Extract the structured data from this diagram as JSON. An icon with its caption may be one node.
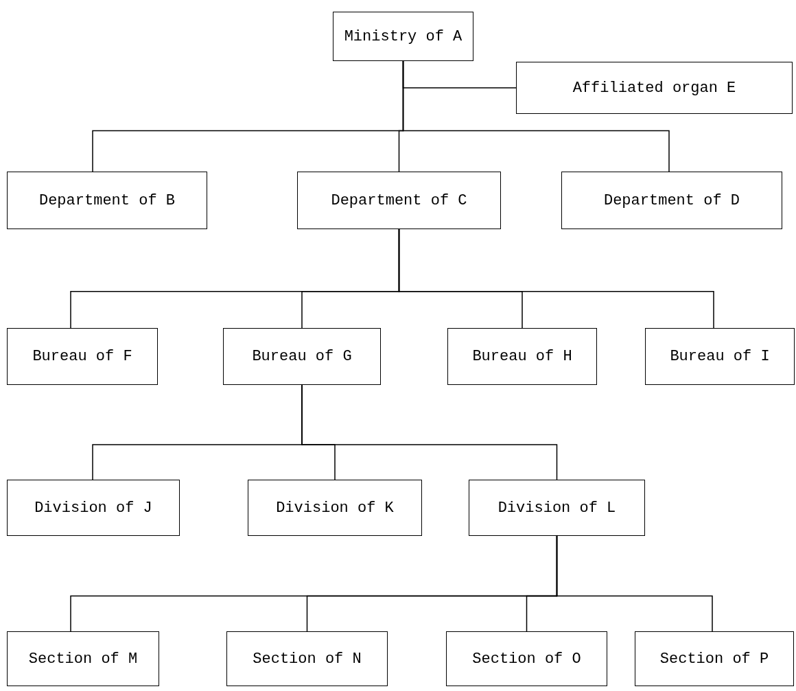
{
  "diagram": {
    "nodes": [
      {
        "text": [
          "Ministry of A"
        ]
      },
      {
        "text": [
          "Affiliated organ E"
        ]
      },
      {
        "text": [
          "Department of B"
        ]
      },
      {
        "text": [
          "Department of C"
        ]
      },
      {
        "text": [
          "Department of D"
        ]
      },
      {
        "text": [
          "Bureau of F"
        ]
      },
      {
        "text": [
          "Bureau of G"
        ]
      },
      {
        "text": [
          "Bureau of H"
        ]
      },
      {
        "text": [
          "Bureau of I"
        ]
      },
      {
        "text": [
          "Division of J"
        ]
      },
      {
        "text": [
          "Division of K"
        ]
      },
      {
        "text": [
          "Division of L"
        ]
      },
      {
        "text": [
          "Section of M"
        ]
      },
      {
        "text": [
          "Section of N"
        ]
      },
      {
        "text": [
          "Section of O"
        ]
      },
      {
        "text": [
          "Section of P"
        ]
      }
    ],
    "edges": [
      {
        "from": 0,
        "to": 1,
        "arrow": "none"
      },
      {
        "from": 0,
        "to": 2,
        "arrow": "none"
      },
      {
        "from": 0,
        "to": 3,
        "arrow": "none"
      },
      {
        "from": 0,
        "to": 4,
        "arrow": "none"
      },
      {
        "from": 3,
        "to": 5,
        "arrow": "none"
      },
      {
        "from": 3,
        "to": 6,
        "arrow": "none"
      },
      {
        "from": 3,
        "to": 7,
        "arrow": "none"
      },
      {
        "from": 3,
        "to": 8,
        "arrow": "none"
      },
      {
        "from": 6,
        "to": 9,
        "arrow": "none"
      },
      {
        "from": 6,
        "to": 10,
        "arrow": "none"
      },
      {
        "from": 6,
        "to": 11,
        "arrow": "none"
      },
      {
        "from": 11,
        "to": 12,
        "arrow": "none"
      },
      {
        "from": 11,
        "to": 13,
        "arrow": "none"
      },
      {
        "from": 11,
        "to": 14,
        "arrow": "none"
      },
      {
        "from": 11,
        "to": 15,
        "arrow": "none"
      }
    ]
  }
}
